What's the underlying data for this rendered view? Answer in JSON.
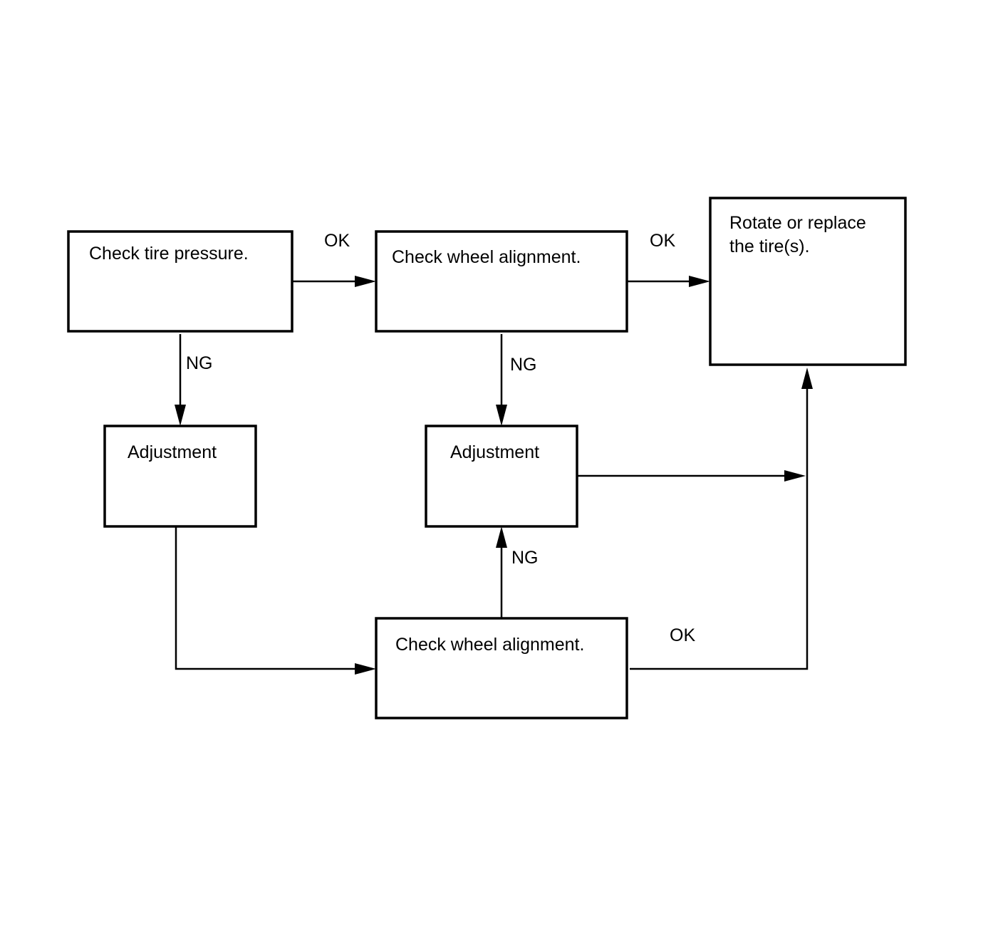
{
  "nodes": {
    "check_tire_pressure": {
      "label": "Check tire pressure."
    },
    "check_wheel_alignment_top": {
      "label": "Check wheel alignment."
    },
    "rotate_replace": {
      "line1": "Rotate or replace",
      "line2": "the tire(s)."
    },
    "adjustment_left": {
      "label": "Adjustment"
    },
    "adjustment_middle": {
      "label": "Adjustment"
    },
    "check_wheel_alignment_bottom": {
      "label": "Check wheel alignment."
    }
  },
  "edge_labels": {
    "pressure_to_alignment": "OK",
    "alignment_to_rotate": "OK",
    "pressure_to_adjustment": "NG",
    "alignment_to_adjustment": "NG",
    "bottom_alignment_to_adjustment": "NG",
    "bottom_alignment_to_rotate": "OK"
  },
  "colors": {
    "stroke": "#000000",
    "background": "#ffffff"
  }
}
